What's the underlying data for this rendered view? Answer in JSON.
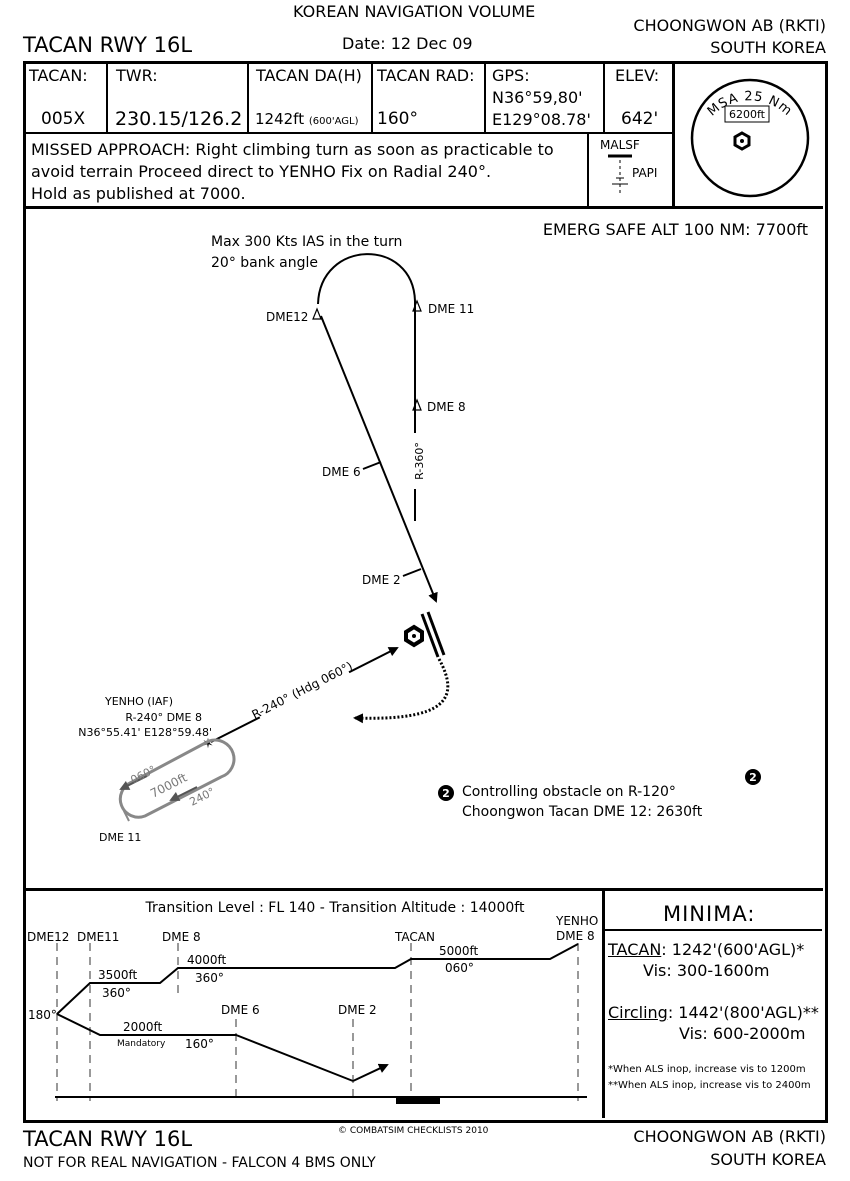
{
  "header": {
    "volume": "KOREAN NAVIGATION VOLUME",
    "procedure": "TACAN RWY 16L",
    "date": "Date: 12 Dec 09",
    "airport": "CHOONGWON AB (RKTI)",
    "country": "SOUTH KOREA"
  },
  "info": {
    "tacan_label": "TACAN:",
    "tacan_value": "005X",
    "twr_label": "TWR:",
    "twr_value": "230.15/126.2",
    "da_label": "TACAN DA(H)",
    "da_value": "1242ft",
    "da_agl": "(600'AGL)",
    "rad_label": "TACAN RAD:",
    "rad_value": "160°",
    "gps_label": "GPS:",
    "gps_lat": "N36°59,80'",
    "gps_lon": "E129°08.78'",
    "elev_label": "ELEV:",
    "elev_value": "642'",
    "missed_approach": [
      "MISSED APPROACH: Right climbing turn as soon as practicable to",
      "avoid terrain Proceed direct to YENHO Fix on Radial 240°.",
      "Hold as published at 7000."
    ],
    "malsf": "MALSF",
    "papi": "PAPI",
    "msa_title": "MSA 25 Nm",
    "msa_alt": "6200ft"
  },
  "plan": {
    "emerg": "EMERG SAFE ALT 100 NM: 7700ft",
    "turn_note_1": "Max 300 Kts IAS in the turn",
    "turn_note_2": "20° bank angle",
    "dme12": "DME12",
    "dme11": "DME 11",
    "dme8": "DME 8",
    "dme6": "DME 6",
    "dme2": "DME 2",
    "r360": "R-360°",
    "r240": "R-240° (Hdg 060°)",
    "yenho_1": "YENHO (IAF)",
    "yenho_2": "R-240° DME 8",
    "yenho_3": "N36°55.41' E128°59.48'",
    "hold_060": "060°",
    "hold_alt": "7000ft",
    "hold_240": "240°",
    "hold_dme11": "DME 11",
    "obstacle_marker": "2",
    "obstacle_1": "Controlling obstacle on R-120°",
    "obstacle_2": "Choongwon Tacan DME 12: 2630ft",
    "obstacle_symbol": "2"
  },
  "profile": {
    "transition": "Transition Level : FL 140  -  Transition Altitude : 14000ft",
    "dme12": "DME12",
    "dme11": "DME11",
    "dme8": "DME 8",
    "tacan": "TACAN",
    "yenho": "YENHO",
    "yenho_dme8": "DME 8",
    "alt_3500": "3500ft",
    "hdg_360a": "360°",
    "alt_4000": "4000ft",
    "hdg_360b": "360°",
    "alt_5000": "5000ft",
    "hdg_060": "060°",
    "hdg_180": "180°",
    "alt_2000": "2000ft",
    "mandatory": "Mandatory",
    "hdg_160": "160°",
    "dme6": "DME 6",
    "dme2": "DME 2"
  },
  "minima": {
    "title": "MINIMA:",
    "tacan_label": "TACAN",
    "tacan_value": ": 1242'(600'AGL)*",
    "tacan_vis": "Vis: 300-1600m",
    "circling_label": "Circling",
    "circling_value": ": 1442'(800'AGL)**",
    "circling_vis": "Vis: 600-2000m",
    "note1": "*When ALS inop, increase vis to 1200m",
    "note2": "**When ALS inop, increase vis to 2400m"
  },
  "footer": {
    "procedure": "TACAN RWY 16L",
    "disclaimer": "NOT FOR REAL NAVIGATION - FALCON 4 BMS ONLY",
    "copyright": "© COMBATSIM CHECKLISTS 2010",
    "airport": "CHOONGWON AB (RKTI)",
    "country": "SOUTH KOREA"
  }
}
